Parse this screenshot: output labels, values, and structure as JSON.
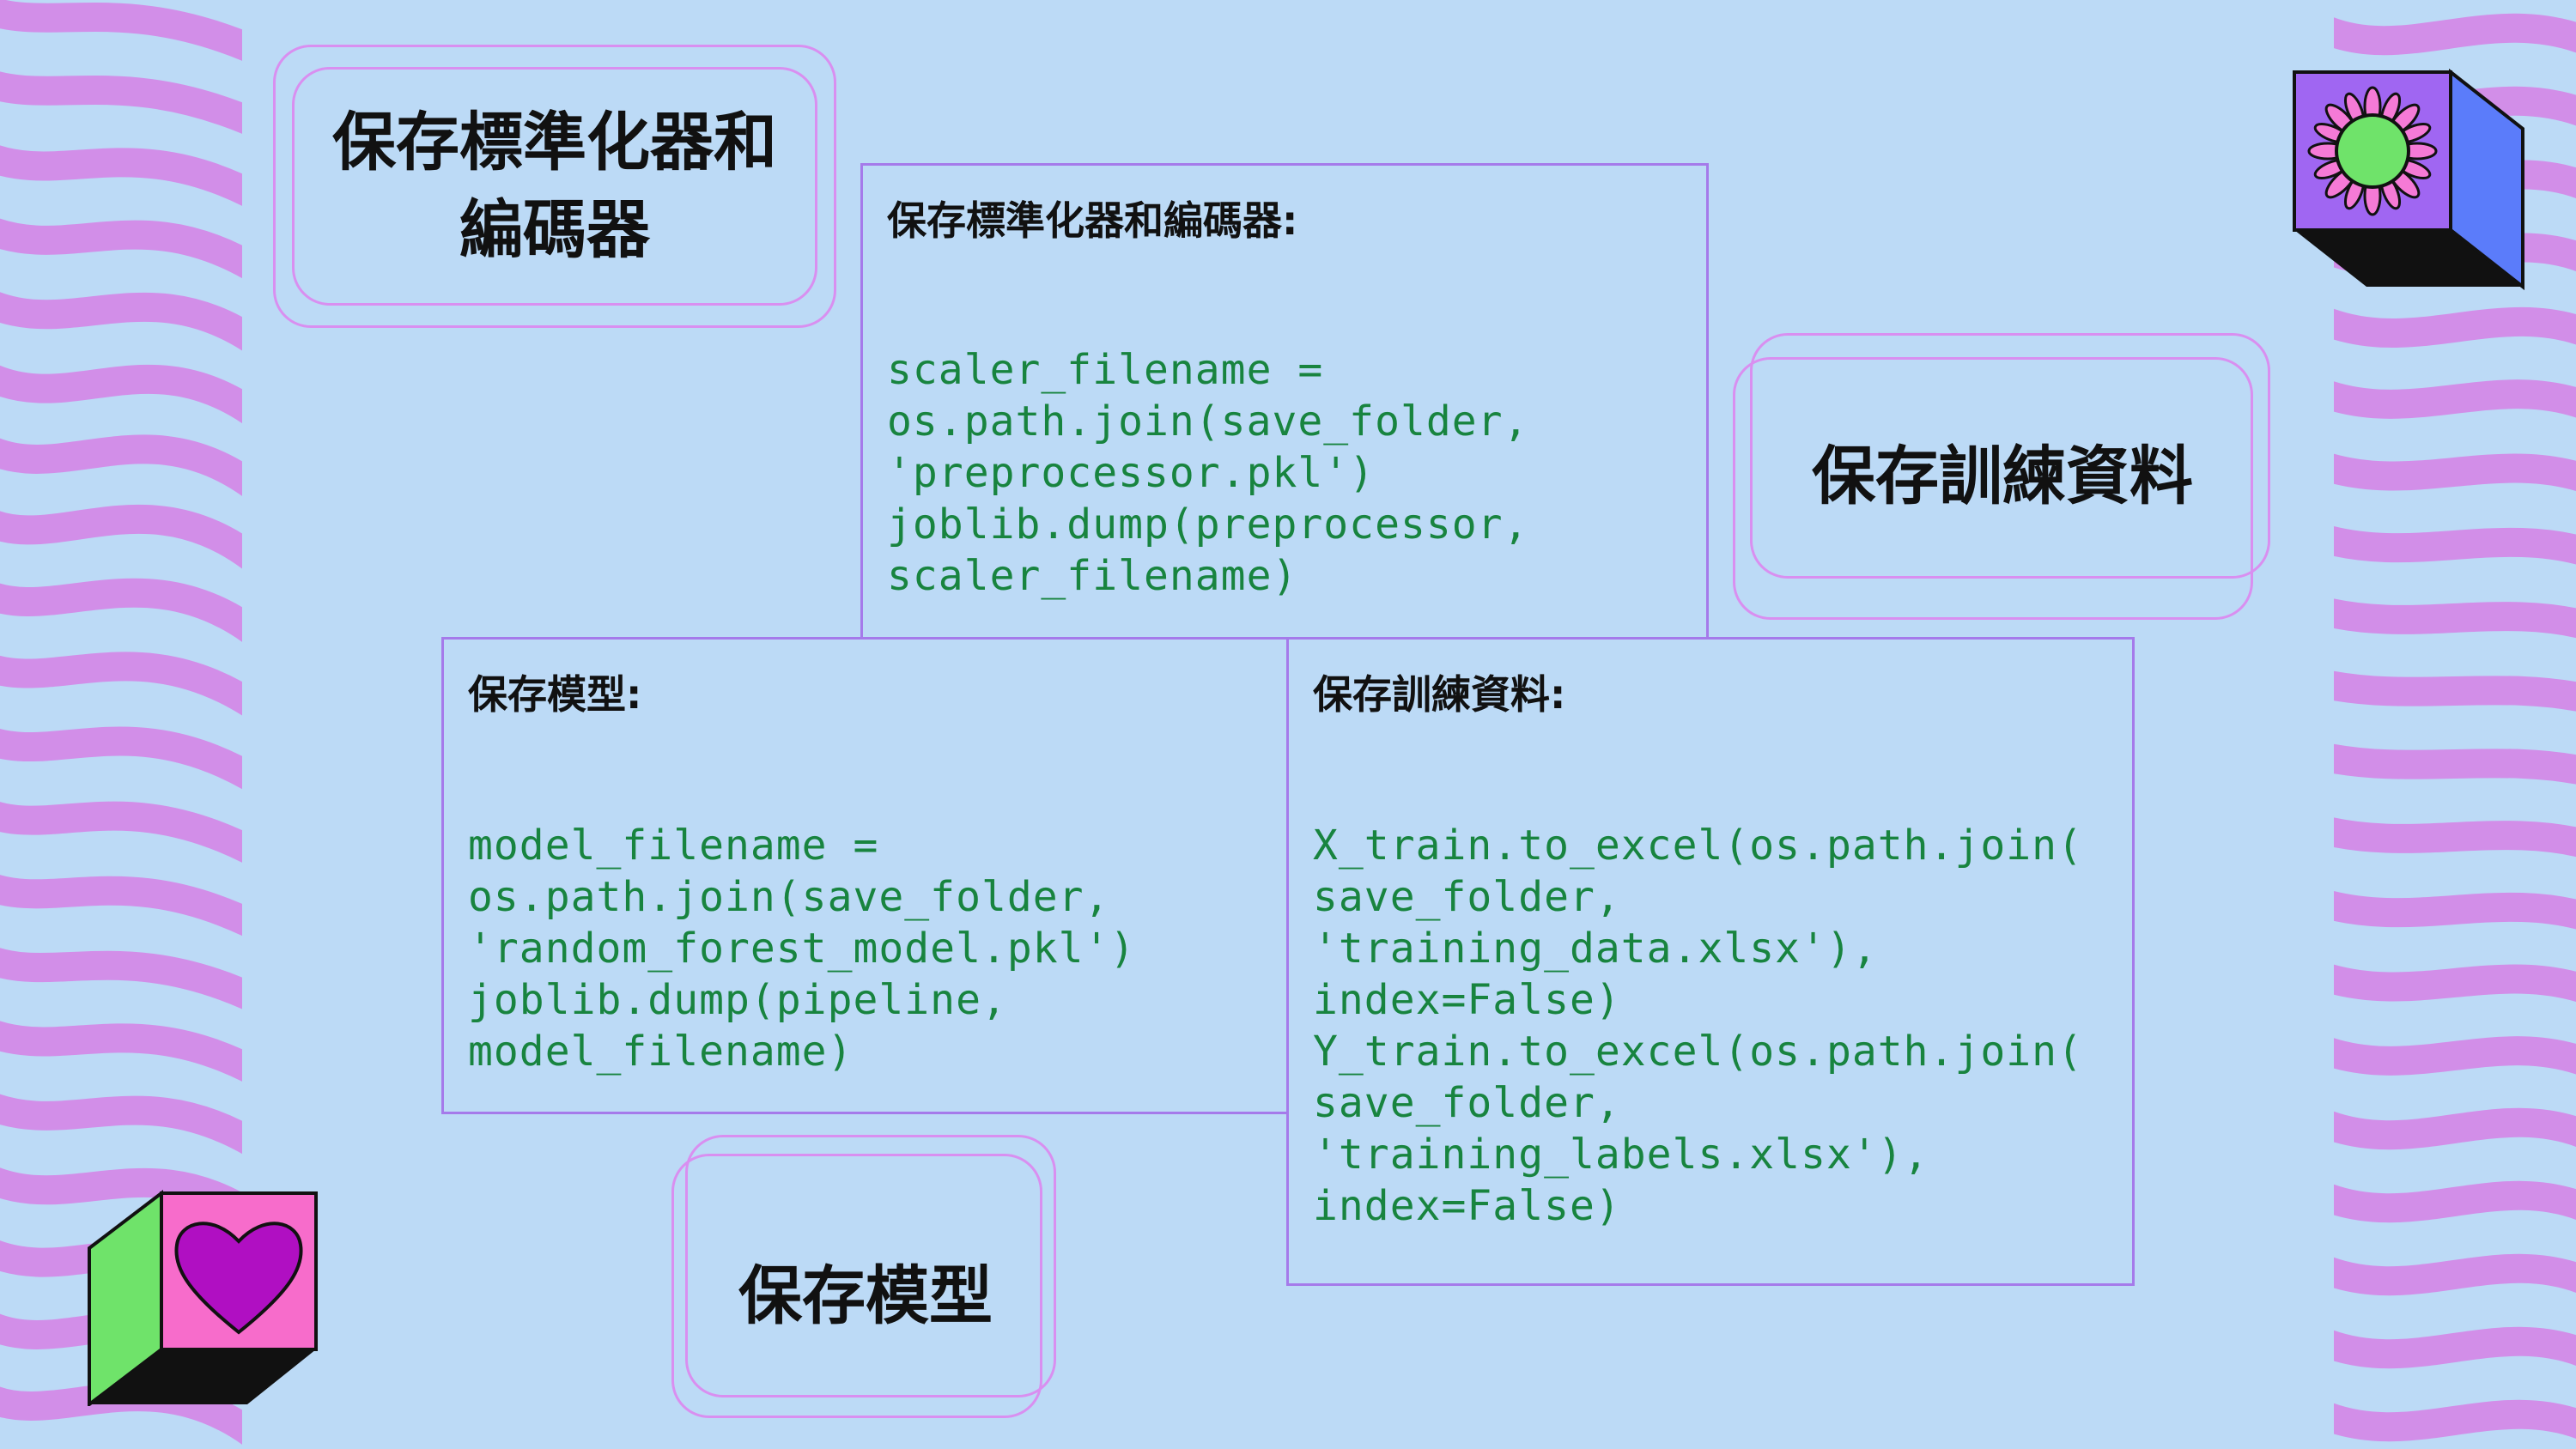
{
  "labels": {
    "save_scaler_encoder": "保存標準化器和編碼器",
    "save_training_data": "保存訓練資料",
    "save_model": "保存模型"
  },
  "panels": {
    "scaler": {
      "heading": "保存標準化器和編碼器:",
      "code": "scaler_filename =\nos.path.join(save_folder,\n'preprocessor.pkl')\njoblib.dump(preprocessor,\nscaler_filename)"
    },
    "model": {
      "heading": "保存模型:",
      "code": "model_filename =\nos.path.join(save_folder,\n'random_forest_model.pkl')\njoblib.dump(pipeline,\nmodel_filename)"
    },
    "training": {
      "heading": "保存訓練資料:",
      "code": "X_train.to_excel(os.path.join(\nsave_folder,\n'training_data.xlsx'),\nindex=False)\nY_train.to_excel(os.path.join(\nsave_folder,\n'training_labels.xlsx'),\nindex=False)"
    }
  },
  "icons": {
    "top_right": "flower-cube-icon",
    "bottom_left": "heart-cube-icon"
  },
  "colors": {
    "background": "#bcdaf6",
    "stripe": "#d28ee8",
    "code_text": "#18843f",
    "panel_border": "#a57aea",
    "label_border": "#d98ff0"
  }
}
